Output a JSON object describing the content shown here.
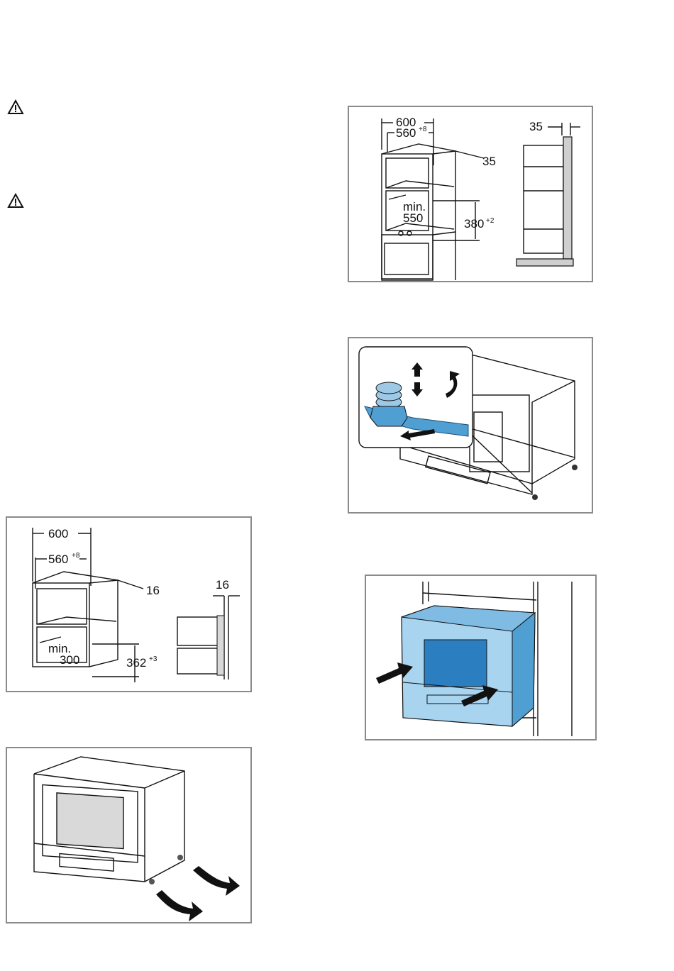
{
  "warnings": [
    {
      "icon": "warning-triangle-icon"
    },
    {
      "icon": "warning-triangle-icon"
    }
  ],
  "fig_tall_cabinet": {
    "width": "600",
    "inner_width": "560",
    "inner_width_tol": "+8",
    "depth": "35",
    "side_depth": "35",
    "min_label": "min.",
    "min_value": "550",
    "height": "380",
    "height_tol": "+2"
  },
  "fig_wall_cabinet": {
    "width": "600",
    "inner_width": "560",
    "inner_width_tol": "+8",
    "depth": "16",
    "side_depth": "16",
    "min_label": "min.",
    "min_value": "300",
    "height": "362",
    "height_tol": "+3"
  },
  "colors": {
    "frame": "#8a8a8a",
    "highlight_blue": "#4f9fd2",
    "light_blue": "#a9d4ef",
    "dark_blue": "#2b7fc0"
  }
}
